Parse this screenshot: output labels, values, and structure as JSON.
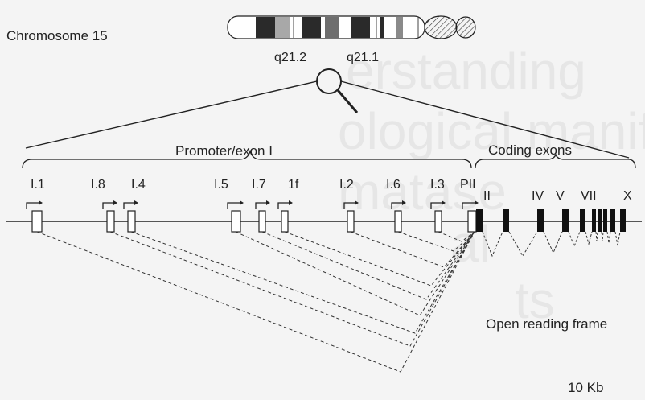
{
  "chromosome": {
    "name": "Chromosome 15",
    "band_left": "q21.2",
    "band_right": "q21.1"
  },
  "promoter_group_label": "Promoter/exon I",
  "coding_group_label": "Coding exons",
  "promoter_exons": [
    "I.1",
    "I.8",
    "I.4",
    "I.5",
    "I.7",
    "1f",
    "I.2",
    "I.6",
    "I.3",
    "PII"
  ],
  "coding_exon_labels": [
    "II",
    "IV",
    "V",
    "VII",
    "X"
  ],
  "orf_label": "Open reading frame",
  "scale_label": "10 Kb"
}
